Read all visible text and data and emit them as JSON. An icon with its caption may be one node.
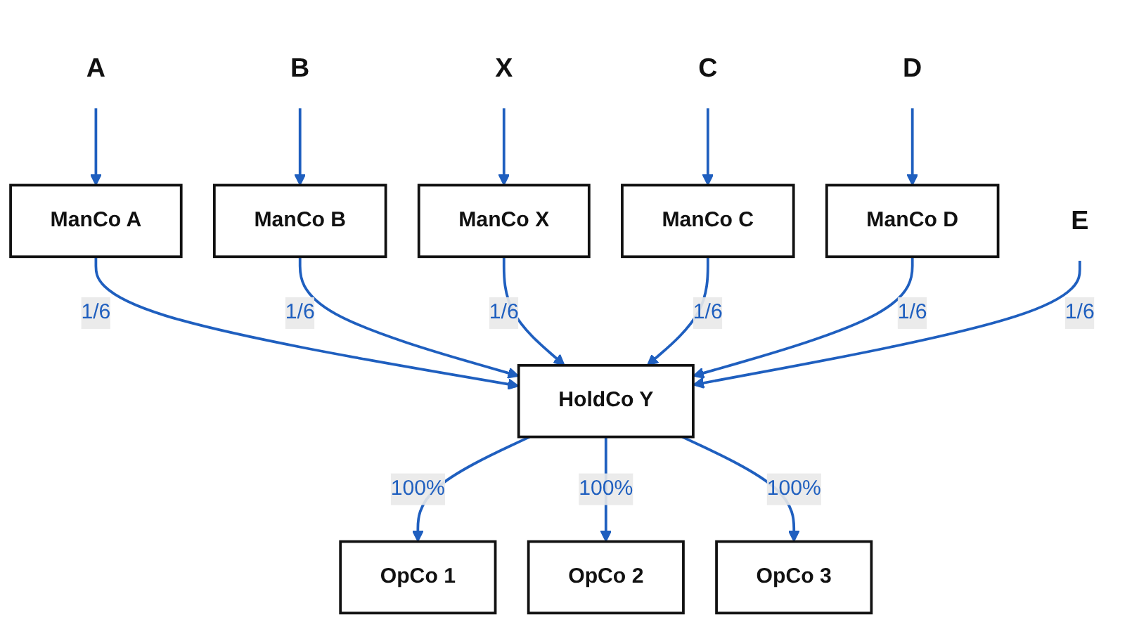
{
  "diagram": {
    "nodes": [
      {
        "text": [
          "A"
        ]
      },
      {
        "text": [
          "B"
        ]
      },
      {
        "text": [
          "X"
        ]
      },
      {
        "text": [
          "C"
        ]
      },
      {
        "text": [
          "D"
        ]
      },
      {
        "text": [
          "E"
        ]
      },
      {
        "text": [
          "ManCo A"
        ]
      },
      {
        "text": [
          "ManCo B"
        ]
      },
      {
        "text": [
          "ManCo X"
        ]
      },
      {
        "text": [
          "ManCo C"
        ]
      },
      {
        "text": [
          "ManCo D"
        ]
      },
      {
        "text": [
          "HoldCo Y"
        ]
      },
      {
        "text": [
          "OpCo 1"
        ]
      },
      {
        "text": [
          "OpCo 2"
        ]
      },
      {
        "text": [
          "OpCo 3"
        ]
      }
    ],
    "edges": [
      {
        "from": 0,
        "to": 6,
        "arrow": "to"
      },
      {
        "from": 1,
        "to": 7,
        "arrow": "to"
      },
      {
        "from": 2,
        "to": 8,
        "arrow": "to"
      },
      {
        "from": 3,
        "to": 9,
        "arrow": "to"
      },
      {
        "from": 4,
        "to": 10,
        "arrow": "to"
      },
      {
        "from": 6,
        "to": 11,
        "arrow": "to",
        "label": "1/6"
      },
      {
        "from": 7,
        "to": 11,
        "arrow": "to",
        "label": "1/6"
      },
      {
        "from": 8,
        "to": 11,
        "arrow": "to",
        "label": "1/6"
      },
      {
        "from": 9,
        "to": 11,
        "arrow": "to",
        "label": "1/6"
      },
      {
        "from": 10,
        "to": 11,
        "arrow": "to",
        "label": "1/6"
      },
      {
        "from": 5,
        "to": 11,
        "arrow": "to",
        "label": "1/6"
      },
      {
        "from": 11,
        "to": 12,
        "arrow": "to",
        "label": "100%"
      },
      {
        "from": 11,
        "to": 13,
        "arrow": "to",
        "label": "100%"
      },
      {
        "from": 11,
        "to": 14,
        "arrow": "to",
        "label": "100%"
      }
    ]
  }
}
